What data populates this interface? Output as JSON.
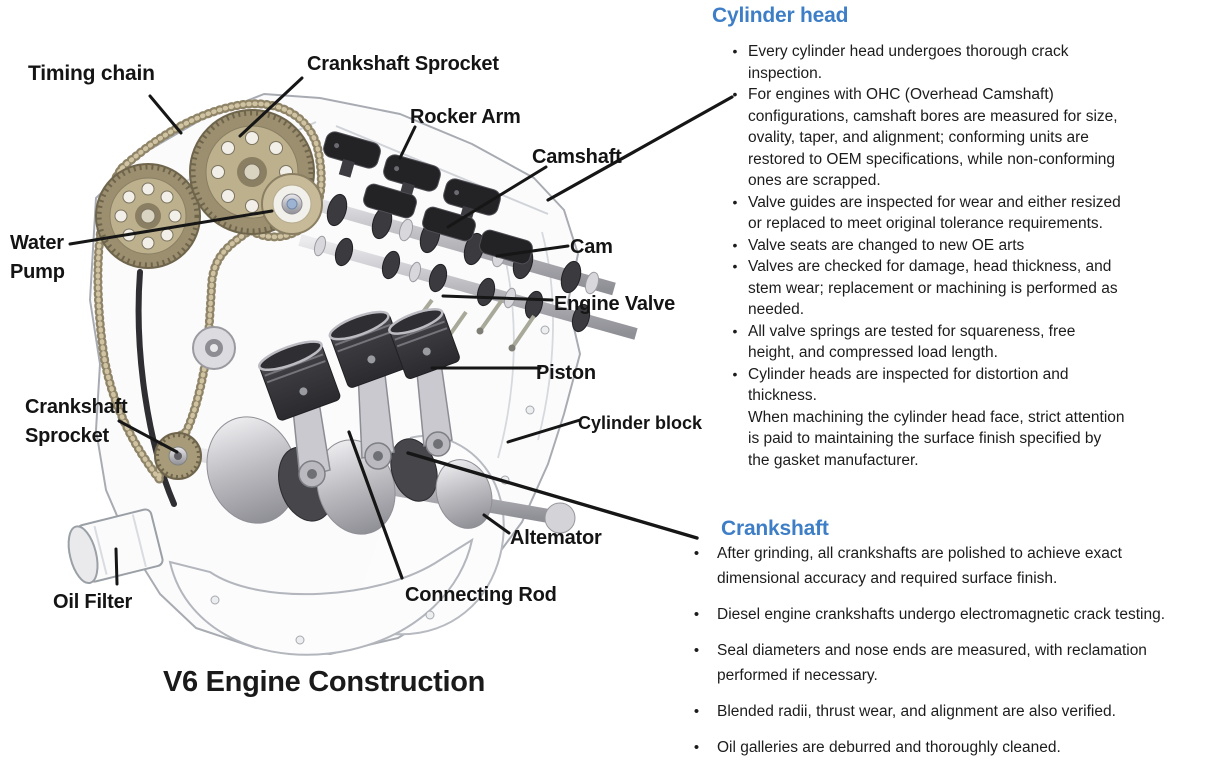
{
  "diagram": {
    "title": "V6 Engine Construction",
    "labels": {
      "timing_chain": "Timing chain",
      "crankshaft_sprocket_top": "Crankshaft Sprocket",
      "rocker_arm": "Rocker Arm",
      "camshaft": "Camshaft",
      "cam": "Cam",
      "engine_valve": "Engine Valve",
      "water_pump": "Water Pump",
      "piston": "Piston",
      "cylinder_block": "Cylinder block",
      "crankshaft_sprocket_left": "Crankshaft Sprocket",
      "oil_filter": "Oil Filter",
      "alternator": "Altemator",
      "connecting_rod": "Connecting Rod"
    }
  },
  "sections": {
    "cylinder_head": {
      "heading": "Cylinder head",
      "bullets": [
        "Every cylinder head undergoes thorough crack inspection.",
        "For engines with OHC (Overhead Camshaft) configurations, camshaft bores are measured for size, ovality, taper, and alignment; conforming units are restored to OEM specifications, while non-conforming ones are scrapped.",
        "Valve guides are inspected for wear and either resized or replaced to meet original tolerance requirements.",
        "Valve seats are changed to new OE arts",
        "Valves are checked for damage, head thickness, and stem wear; replacement or machining is performed as needed.",
        "All valve springs are tested for squareness, free height, and compressed load length.",
        "Cylinder heads are inspected for distortion and thickness."
      ],
      "note": "When machining the cylinder head face, strict attention is paid to maintaining the surface finish specified by the gasket manufacturer."
    },
    "crankshaft": {
      "heading": "Crankshaft",
      "bullets": [
        "After grinding, all crankshafts are polished to achieve exact dimensional accuracy and required surface finish.",
        "Diesel engine crankshafts undergo electromagnetic crack testing.",
        "Seal diameters and nose ends are measured, with reclamation performed if necessary.",
        "Blended radii, thrust wear, and alignment are also verified.",
        "Oil galleries are deburred and thoroughly cleaned."
      ]
    }
  },
  "bullet_char": "•",
  "colors": {
    "heading_blue": "#3d7ec6",
    "label_text": "#141414",
    "leader_line": "#161616"
  }
}
